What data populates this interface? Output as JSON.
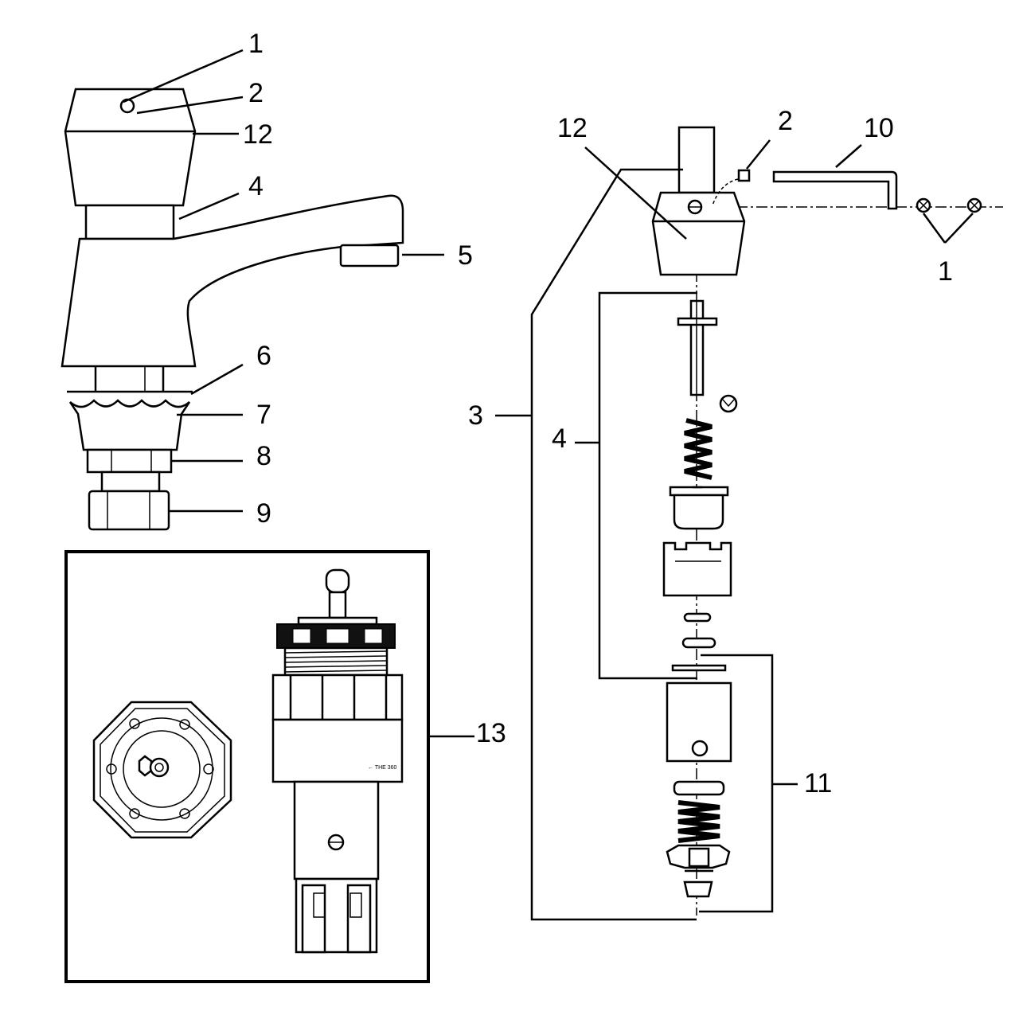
{
  "callouts": {
    "left": [
      "1",
      "2",
      "12",
      "4",
      "5",
      "6",
      "7",
      "8",
      "9",
      "13"
    ],
    "right": [
      "12",
      "2",
      "10",
      "1",
      "3",
      "4",
      "11"
    ]
  },
  "inset_label": "← THE 360"
}
